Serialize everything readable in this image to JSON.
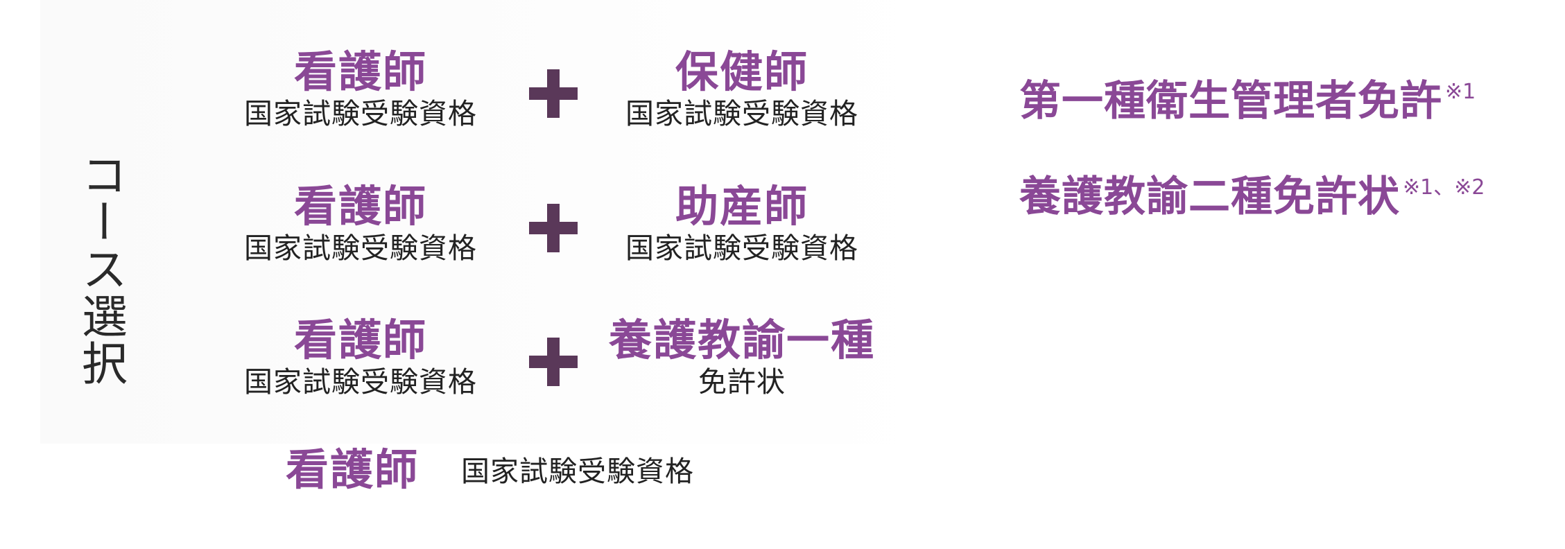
{
  "side_label": "コース選択",
  "qualification_suffix": "国家試験受験資格",
  "courses": [
    {
      "left": {
        "title": "看護師",
        "sub": "国家試験受験資格"
      },
      "right": {
        "title": "保健師",
        "sub": "国家試験受験資格"
      }
    },
    {
      "left": {
        "title": "看護師",
        "sub": "国家試験受験資格"
      },
      "right": {
        "title": "助産師",
        "sub": "国家試験受験資格"
      }
    },
    {
      "left": {
        "title": "看護師",
        "sub": "国家試験受験資格"
      },
      "right": {
        "title": "養護教諭一種",
        "sub": "免許状"
      }
    },
    {
      "left": {
        "title": "看護師",
        "sub": "国家試験受験資格"
      }
    }
  ],
  "licenses": [
    {
      "text": "第一種衛生管理者免許",
      "note": "※1"
    },
    {
      "text": "養護教諭二種免許状",
      "note": "※1、※2"
    }
  ],
  "colors": {
    "accent": "#8a4896",
    "plus": "#5a3859",
    "text": "#222222"
  }
}
